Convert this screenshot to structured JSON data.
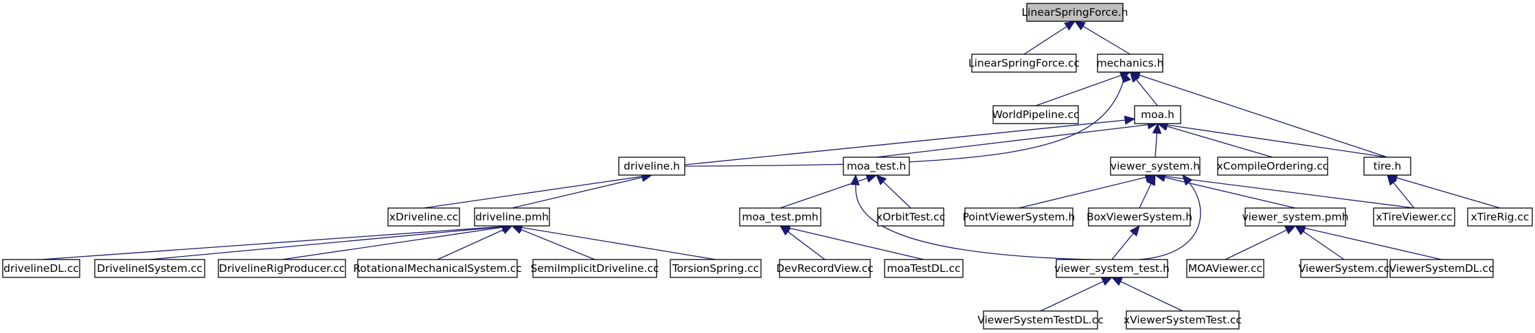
{
  "nodes": [
    {
      "id": "n0",
      "label": "LinearSpringForce.h",
      "root": true
    },
    {
      "id": "n1",
      "label": "LinearSpringForce.cc"
    },
    {
      "id": "n2",
      "label": "mechanics.h"
    },
    {
      "id": "n3",
      "label": "WorldPipeline.cc"
    },
    {
      "id": "n4",
      "label": "moa.h"
    },
    {
      "id": "n5",
      "label": "tire.h"
    },
    {
      "id": "n6",
      "label": "driveline.h"
    },
    {
      "id": "n7",
      "label": "moa_test.h"
    },
    {
      "id": "n8",
      "label": "viewer_system.h"
    },
    {
      "id": "n9",
      "label": "xCompileOrdering.cc"
    },
    {
      "id": "n10",
      "label": "xDriveline.cc"
    },
    {
      "id": "n11",
      "label": "driveline.pmh"
    },
    {
      "id": "n12",
      "label": "moa_test.pmh"
    },
    {
      "id": "n13",
      "label": "xOrbitTest.cc"
    },
    {
      "id": "n14",
      "label": "PointViewerSystem.h"
    },
    {
      "id": "n15",
      "label": "BoxViewerSystem.h"
    },
    {
      "id": "n16",
      "label": "viewer_system.pmh"
    },
    {
      "id": "n17",
      "label": "xTireViewer.cc"
    },
    {
      "id": "n18",
      "label": "xTireRig.cc"
    },
    {
      "id": "n19",
      "label": "drivelineDL.cc"
    },
    {
      "id": "n20",
      "label": "DrivelineISystem.cc"
    },
    {
      "id": "n21",
      "label": "DrivelineRigProducer.cc"
    },
    {
      "id": "n22",
      "label": "RotationalMechanicalSystem.cc"
    },
    {
      "id": "n23",
      "label": "SemiImplicitDriveline.cc"
    },
    {
      "id": "n24",
      "label": "TorsionSpring.cc"
    },
    {
      "id": "n25",
      "label": "DevRecordView.cc"
    },
    {
      "id": "n26",
      "label": "moaTestDL.cc"
    },
    {
      "id": "n27",
      "label": "viewer_system_test.h"
    },
    {
      "id": "n28",
      "label": "MOAViewer.cc"
    },
    {
      "id": "n29",
      "label": "ViewerSystem.cc"
    },
    {
      "id": "n30",
      "label": "ViewerSystemDL.cc"
    },
    {
      "id": "n31",
      "label": "ViewerSystemTestDL.cc"
    },
    {
      "id": "n32",
      "label": "xViewerSystemTest.cc"
    }
  ],
  "edges": [
    {
      "from": "n1",
      "to": "n0"
    },
    {
      "from": "n2",
      "to": "n0"
    },
    {
      "from": "n3",
      "to": "n2"
    },
    {
      "from": "n4",
      "to": "n2"
    },
    {
      "from": "n5",
      "to": "n2"
    },
    {
      "from": "n6",
      "to": "n2"
    },
    {
      "from": "n6",
      "to": "n4"
    },
    {
      "from": "n7",
      "to": "n4"
    },
    {
      "from": "n8",
      "to": "n4"
    },
    {
      "from": "n9",
      "to": "n4"
    },
    {
      "from": "n5",
      "to": "n4"
    },
    {
      "from": "n10",
      "to": "n6"
    },
    {
      "from": "n11",
      "to": "n6"
    },
    {
      "from": "n12",
      "to": "n7"
    },
    {
      "from": "n13",
      "to": "n7"
    },
    {
      "from": "n27",
      "to": "n7"
    },
    {
      "from": "n14",
      "to": "n8"
    },
    {
      "from": "n15",
      "to": "n8"
    },
    {
      "from": "n16",
      "to": "n8"
    },
    {
      "from": "n17",
      "to": "n8"
    },
    {
      "from": "n27",
      "to": "n8"
    },
    {
      "from": "n17",
      "to": "n5"
    },
    {
      "from": "n18",
      "to": "n5"
    },
    {
      "from": "n19",
      "to": "n11"
    },
    {
      "from": "n20",
      "to": "n11"
    },
    {
      "from": "n21",
      "to": "n11"
    },
    {
      "from": "n22",
      "to": "n11"
    },
    {
      "from": "n23",
      "to": "n11"
    },
    {
      "from": "n24",
      "to": "n11"
    },
    {
      "from": "n25",
      "to": "n12"
    },
    {
      "from": "n26",
      "to": "n12"
    },
    {
      "from": "n27",
      "to": "n15"
    },
    {
      "from": "n28",
      "to": "n16"
    },
    {
      "from": "n29",
      "to": "n16"
    },
    {
      "from": "n30",
      "to": "n16"
    },
    {
      "from": "n31",
      "to": "n27"
    },
    {
      "from": "n32",
      "to": "n27"
    }
  ],
  "colors": {
    "edge": "#191970",
    "root_fill": "#bfbfbf",
    "node_fill": "#ffffff",
    "node_border": "#000000"
  }
}
